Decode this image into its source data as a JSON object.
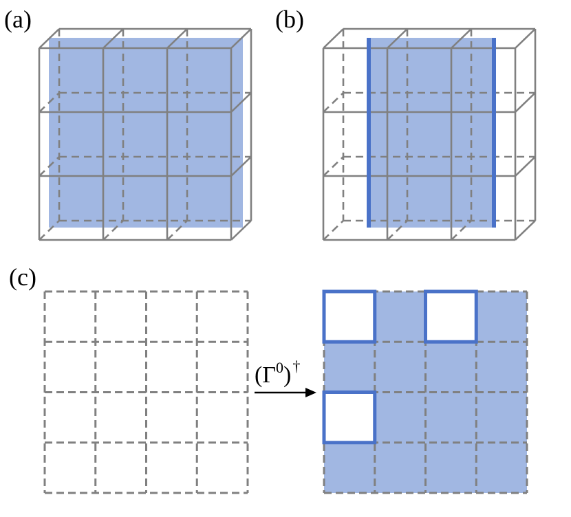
{
  "panels": {
    "a": {
      "label": "(a)"
    },
    "b": {
      "label": "(b)"
    },
    "c": {
      "label": "(c)"
    }
  },
  "operator": {
    "base": "(Γ",
    "index": "0",
    "close": ")",
    "dagger": "†"
  },
  "lattice": {
    "cube_cells": 3,
    "grid_cells": 4,
    "excited_cells": [
      [
        0,
        0
      ],
      [
        0,
        2
      ],
      [
        2,
        0
      ]
    ]
  },
  "colors": {
    "edge": "#808080",
    "fill": "#a1b7e2",
    "highlight": "#4a72c8",
    "arrow": "#000000"
  }
}
